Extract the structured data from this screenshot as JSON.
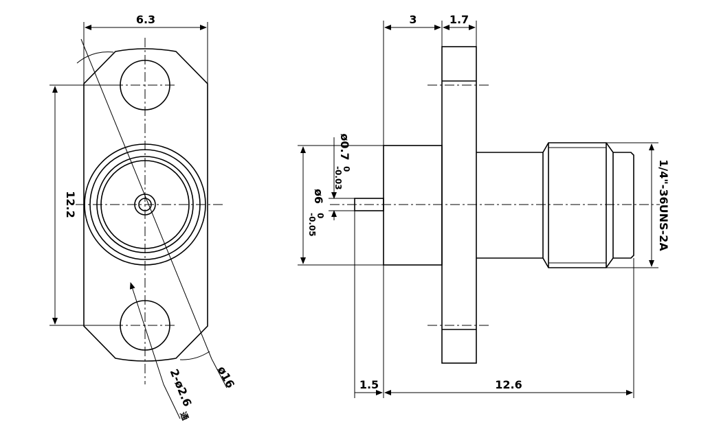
{
  "front_view": {
    "width_dim": "6.3",
    "height_dim": "12.2",
    "circle_dim": "ø16",
    "hole_dim": "2-ø2.6",
    "hole_note": "通"
  },
  "side_view": {
    "flange_offset_dim": "3",
    "flange_thickness_dim": "1.7",
    "pin_dim": "ø0.7",
    "pin_tol_upper": "0",
    "pin_tol_lower": "-0.03",
    "body_dim": "ø6",
    "body_tol_upper": "0",
    "body_tol_lower": "-0.05",
    "thread_dim": "1/4\"-36UNS-2A",
    "pin_length_dim": "1.5",
    "total_length_dim": "12.6"
  },
  "colors": {
    "line": "#000000",
    "background": "#ffffff"
  }
}
